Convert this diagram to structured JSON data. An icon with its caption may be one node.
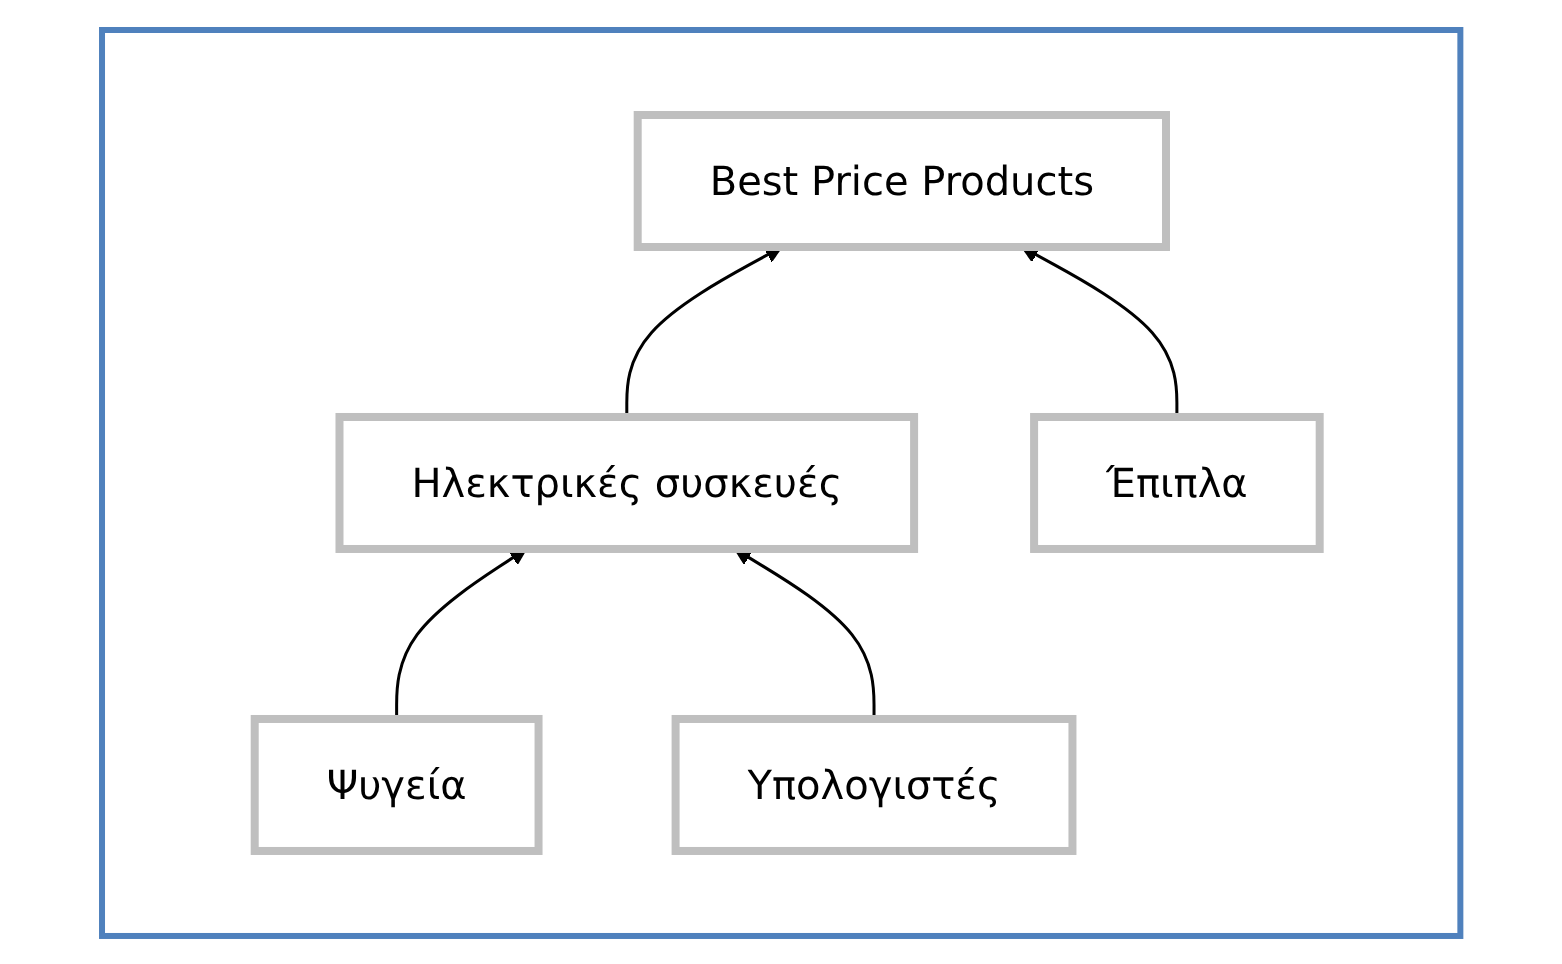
{
  "diagram": {
    "nodes": [
      {
        "text": [],
        "shape": "box"
      },
      {
        "text": [
          "Best Price Products"
        ],
        "in": 0
      },
      {
        "text": [
          "Ηλεκτρικές συσκευές"
        ],
        "in": 0
      },
      {
        "text": [
          "Έπιπλα"
        ],
        "in": 0
      },
      {
        "text": [
          "Ψυγεία"
        ],
        "in": 0
      },
      {
        "text": [
          "Υπολογιστές"
        ],
        "in": 0
      }
    ],
    "edges": [
      {
        "from": 2,
        "to": 1,
        "arrow": "to"
      },
      {
        "from": 3,
        "to": 1,
        "arrow": "to"
      },
      {
        "from": 4,
        "to": 2,
        "arrow": "to"
      },
      {
        "from": 5,
        "to": 2,
        "arrow": "to"
      }
    ]
  }
}
